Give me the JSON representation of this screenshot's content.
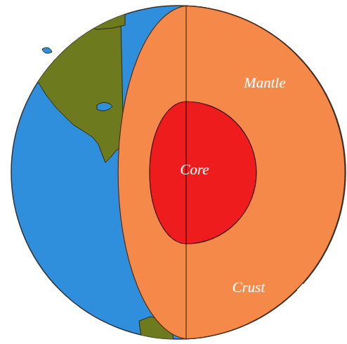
{
  "diagram": {
    "nodes": [
      {
        "text": [
          "Mantle"
        ]
      },
      {
        "text": [
          "Core"
        ],
        "in": 0
      }
    ],
    "labels": [
      "Crust"
    ]
  }
}
